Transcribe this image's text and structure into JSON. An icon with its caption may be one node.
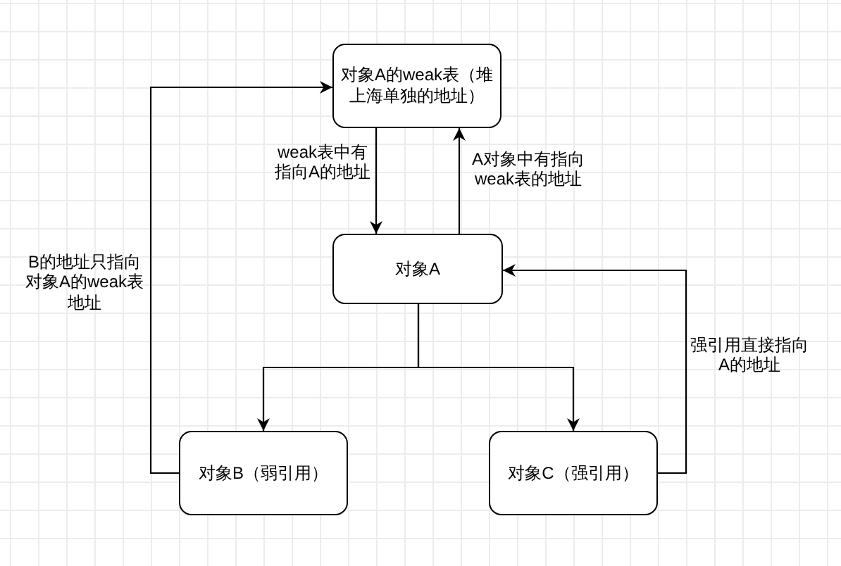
{
  "diagram": {
    "nodes": [
      {
        "text": [
          "对象A的weak表（堆上海单独的地址）"
        ]
      },
      {
        "text": [
          "对象A"
        ]
      },
      {
        "text": [
          "对象B（弱引用）"
        ]
      },
      {
        "text": [
          "对象C（强引用）"
        ]
      }
    ],
    "edges": [
      {
        "from": 0,
        "to": 1,
        "arrow": "to",
        "label": "weak表中有指向A的地址"
      },
      {
        "from": 1,
        "to": 0,
        "arrow": "to",
        "label": "A对象中有指向weak表的地址"
      },
      {
        "from": 1,
        "to": 2,
        "arrow": "to"
      },
      {
        "from": 1,
        "to": 3,
        "arrow": "to"
      },
      {
        "from": 2,
        "to": 0,
        "arrow": "to",
        "label": "B的地址只指向对象A的weak表地址"
      },
      {
        "from": 3,
        "to": 1,
        "arrow": "to",
        "label": "强引用直接指向A的地址"
      }
    ]
  }
}
